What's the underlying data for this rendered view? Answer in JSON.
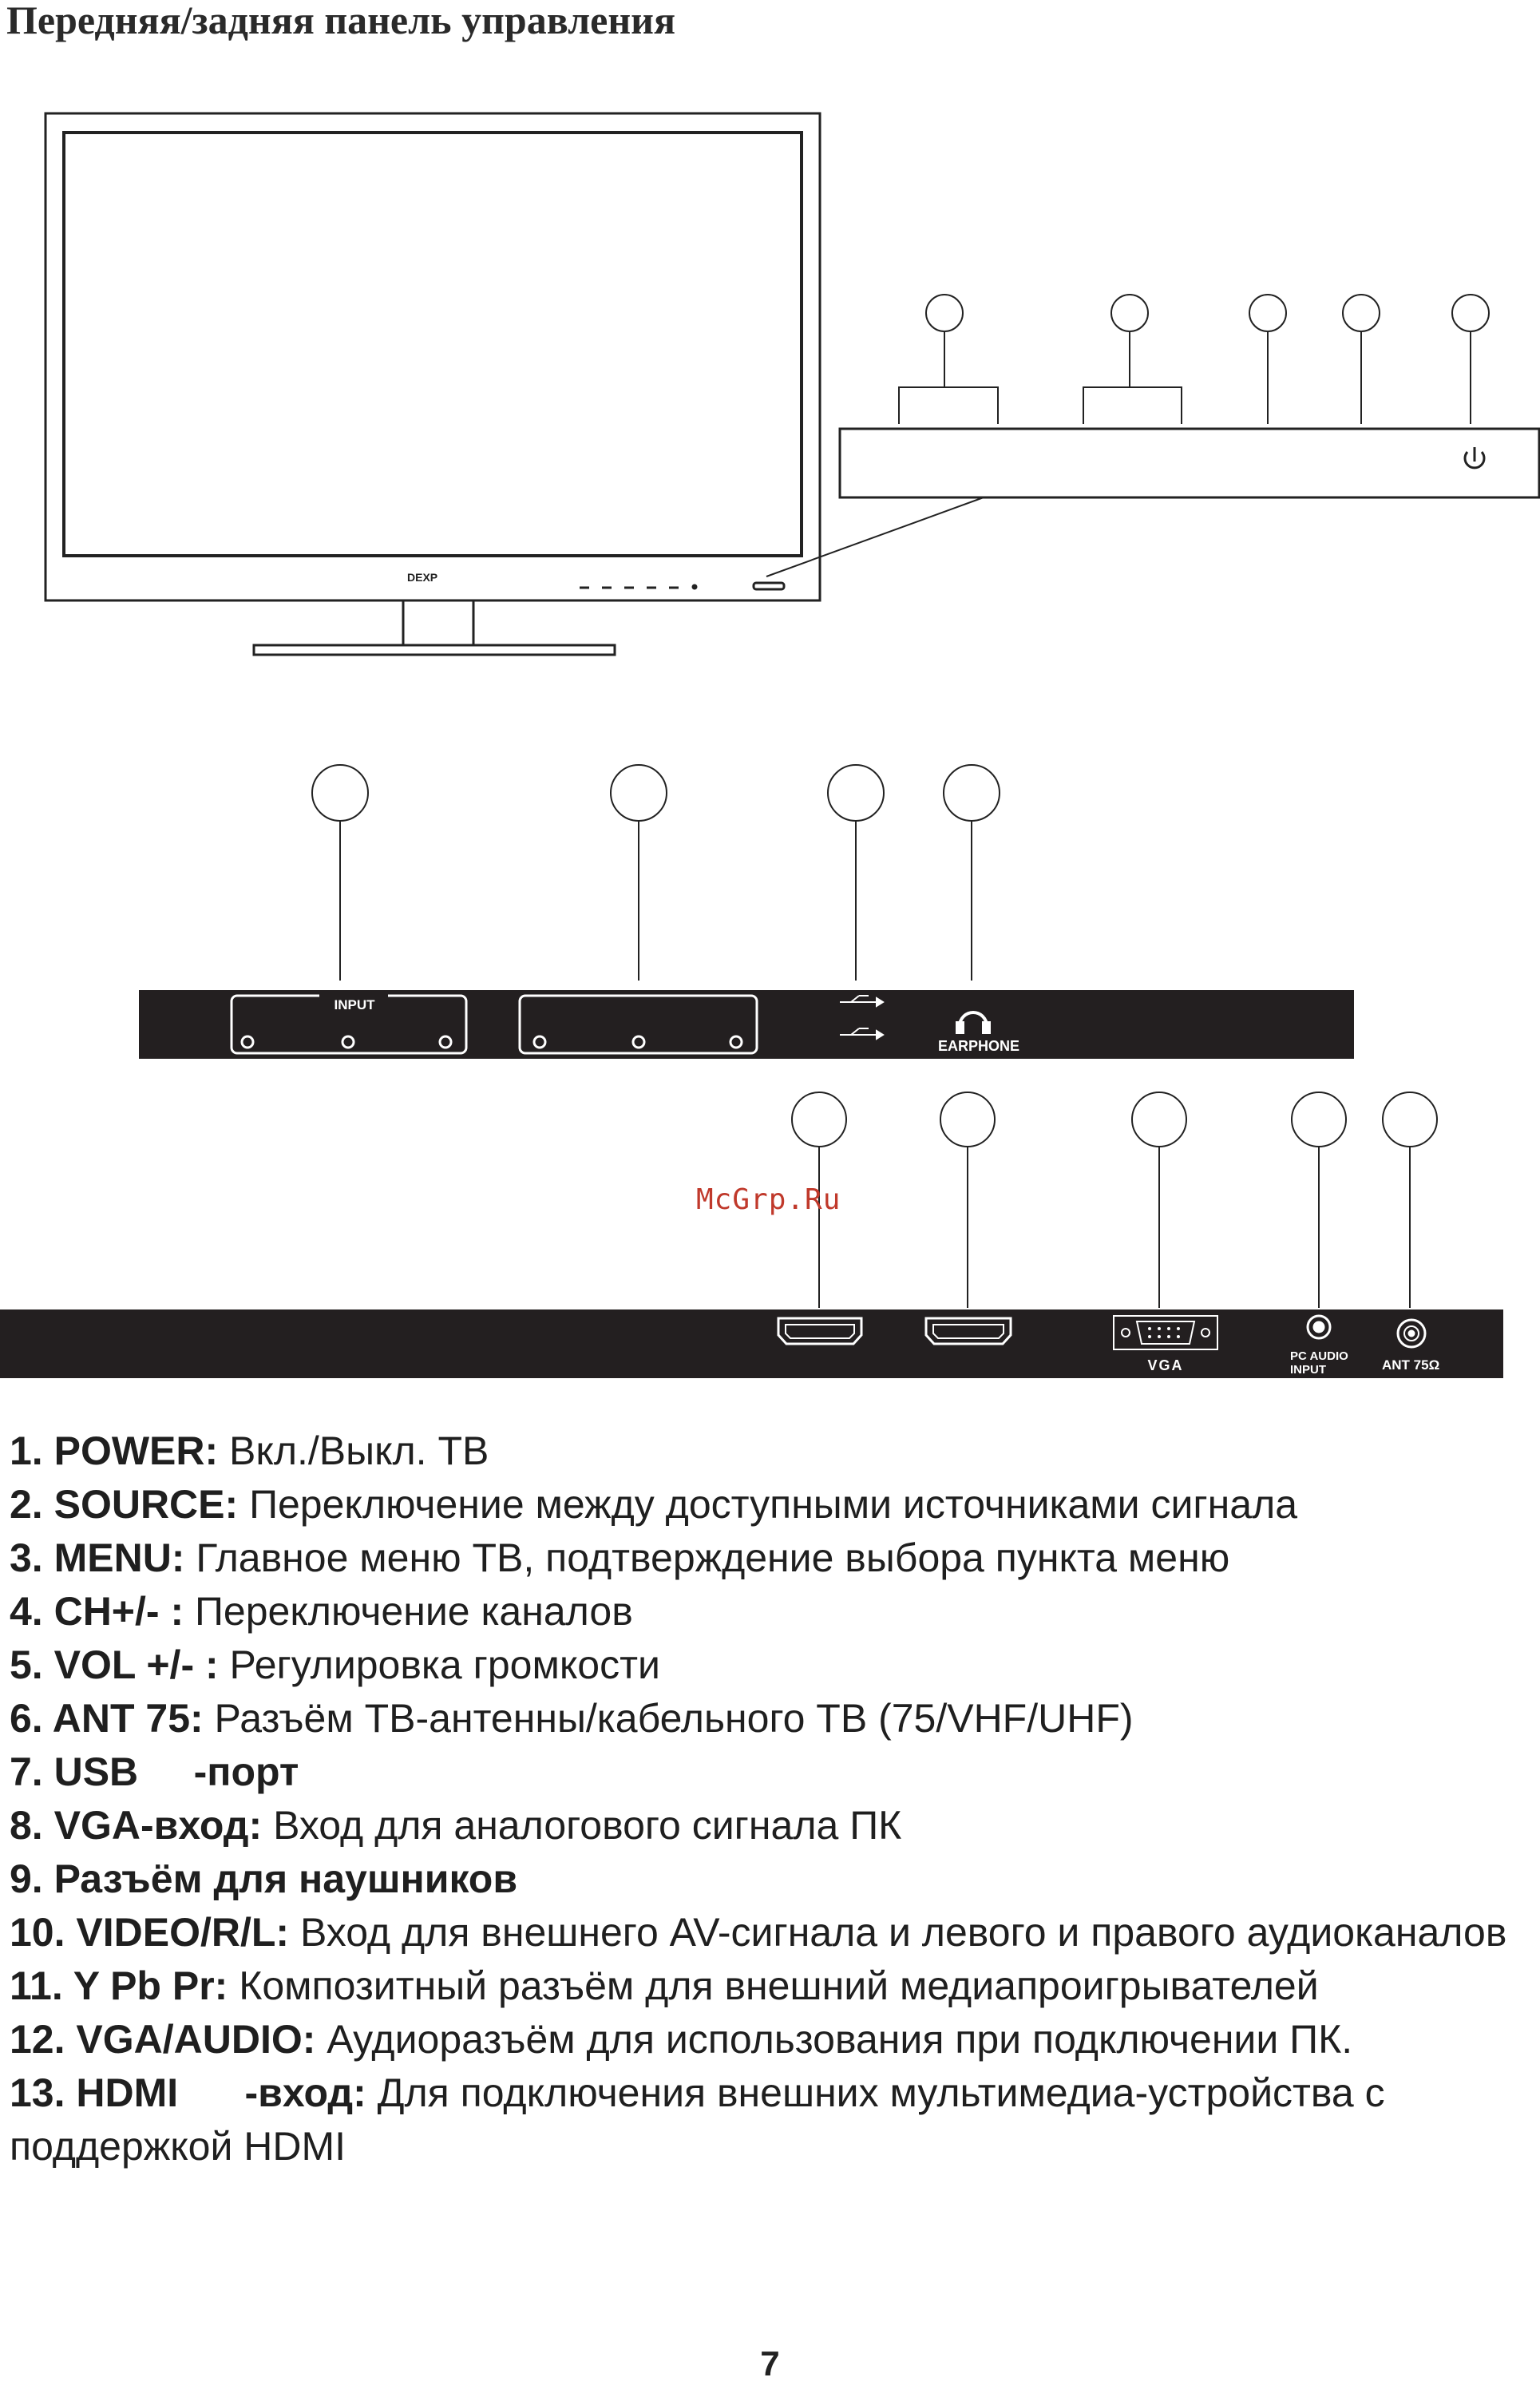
{
  "page_title": "Передняя/задняя панель управления",
  "front_panel": {
    "brand": "DEXP",
    "power_symbol": "⏻"
  },
  "side_panel": {
    "input_label": "INPUT",
    "earphone_label": "EARPHONE"
  },
  "bottom_panel": {
    "vga_label": "VGA",
    "pc_audio_label_line1": "PC AUDIO",
    "pc_audio_label_line2": "INPUT",
    "ant_label": "ANT 75Ω"
  },
  "watermark": "McGrp.Ru",
  "legend": [
    {
      "term": "1. POWER:",
      "desc": " Вкл./Выкл. ТВ"
    },
    {
      "term": "2. SOURCE:",
      "desc": " Переключение между доступными источниками сигнала"
    },
    {
      "term": "3. MENU:",
      "desc": " Главное меню ТВ, подтверждение выбора пункта меню"
    },
    {
      "term": "4. CH+/- :",
      "desc": " Переключение каналов"
    },
    {
      "term": "5. VOL +/- :",
      "desc": " Регулировка громкости"
    },
    {
      "term": "6. ANT 75:",
      "desc": " Разъём ТВ-антенны/кабельного ТВ (75/VHF/UHF)"
    },
    {
      "term": "7. USB     -порт",
      "desc": ""
    },
    {
      "term": "8. VGA-вход:",
      "desc": " Вход для аналогового сигнала ПК"
    },
    {
      "term": "9. Разъём для наушников",
      "desc": ""
    },
    {
      "term": "10. VIDEO/R/L:",
      "desc": " Вход для внешнего AV-сигнала и левого и правого аудиоканалов"
    },
    {
      "term": "11. Y Pb Pr:",
      "desc": " Композитный разъём для внешний медиапроигрывателей"
    },
    {
      "term": "12. VGA/AUDIO:",
      "desc": " Аудиоразъём для использования  при подключении ПК."
    },
    {
      "term": "13. HDMI      -вход:",
      "desc": " Для подключения внешних мультимедиа-устройства с поддержкой HDMI"
    }
  ],
  "page_number": "7"
}
